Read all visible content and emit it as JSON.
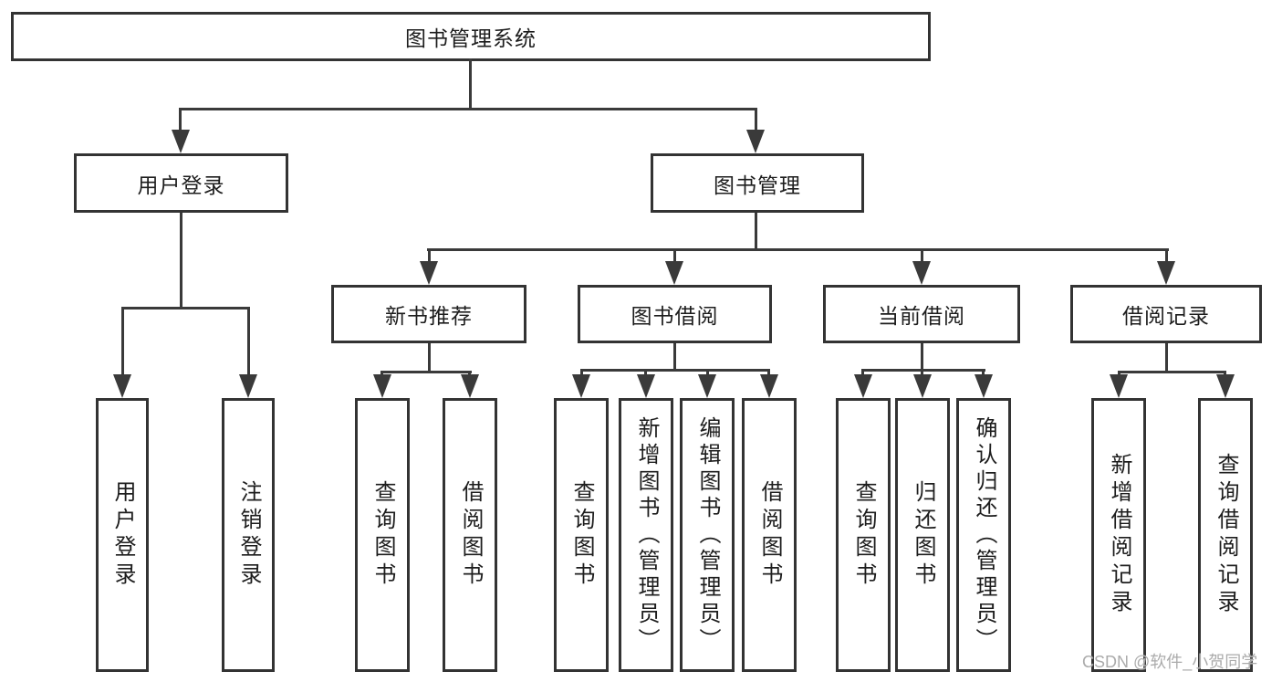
{
  "nodes": {
    "root": "图书管理系统",
    "level2": [
      "用户登录",
      "图书管理"
    ],
    "level3": [
      "新书推荐",
      "图书借阅",
      "当前借阅",
      "借阅记录"
    ],
    "leaves": {
      "user_login": [
        "用户登录",
        "注销登录"
      ],
      "new_book": [
        "查询图书",
        "借阅图书"
      ],
      "book_borrow": [
        "查询图书",
        "新增图书（管理员）",
        "编辑图书（管理员）",
        "借阅图书"
      ],
      "current_borrow": [
        "查询图书",
        "归还图书",
        "确认归还（管理员）"
      ],
      "borrow_record": [
        "新增借阅记录",
        "查询借阅记录"
      ]
    }
  },
  "watermark": {
    "text": "CSDN @软件_小贺同学"
  },
  "colors": {
    "line": "#3a3a3a",
    "border": "#333333",
    "text": "#1d1d1d",
    "watermark": "#ababab",
    "background": "#ffffff"
  }
}
